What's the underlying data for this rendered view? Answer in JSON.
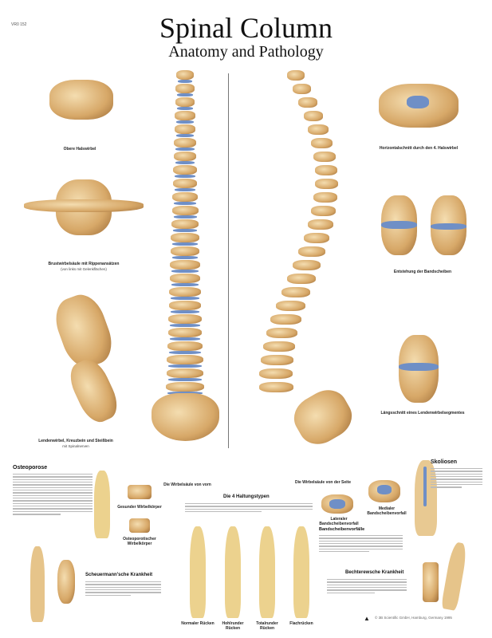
{
  "header": {
    "code": "VR0 152",
    "title": "Spinal Column",
    "subtitle": "Anatomy and Pathology"
  },
  "panels": {
    "upper_cervical": "Obere Halswirbel",
    "thoracic": "Brustwirbelsäule mit Rippenansätzen",
    "thoracic_sub": "(von links mit Gelenkflächen)",
    "lumbar": "Lendenwirbel, Kreuzbein und Steißbein",
    "lumbar_sub": "mit Spinalnerven",
    "front": "Die Wirbelsäule von vorn",
    "side": "Die Wirbelsäule von der Seite",
    "horizontal": "Horizontalschnitt durch den 4. Halswirbel",
    "discs": "Entstehung der Bandscheiben",
    "longitudinal": "Längsschnitt eines Lendenwirbelsegmentes"
  },
  "sections": {
    "osteoporosis": {
      "title": "Osteoporose",
      "healthy": "Gesunder Wirbelkörper",
      "osteo": "Osteoporotischer Wirbelkörper"
    },
    "scheuermann": {
      "title": "Scheuermann'sche Krankheit"
    },
    "posture": {
      "title": "Die 4 Haltungstypen",
      "types": [
        "Normaler Rücken",
        "Hohlrunder Rücken",
        "Totalrunder Rücken",
        "Flachrücken"
      ]
    },
    "scoliosis": {
      "title": "Skoliosen"
    },
    "herniation": {
      "title": "Bandscheibenvorfälle",
      "lateral": "Lateraler Bandscheibenvorfall",
      "medial": "Medialer Bandscheibenvorfall"
    },
    "bechterew": {
      "title": "Bechterewsche Krankheit"
    }
  },
  "footer": {
    "publisher": "© 3B Scientific GmbH, Hamburg, Germany 1995"
  }
}
